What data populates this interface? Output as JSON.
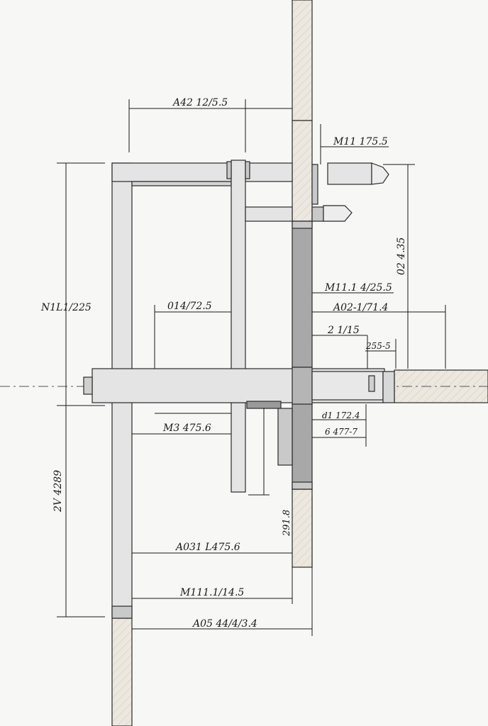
{
  "colors": {
    "background": "#f7f7f5",
    "ink": "#1a1a1a",
    "metal_light": "#e4e4e4",
    "metal_mid": "#c9c9c9",
    "metal_dark": "#a8a8a8",
    "wall": "#ece8e0"
  },
  "dimensions": {
    "top_width": "A42 12/5.5",
    "top_right_bolt": "M11 175.5",
    "left_upper_height": "N1L1/225",
    "inner_span": "014/72.5",
    "right_height": "02 4.35",
    "right_upper": "M11.1 4/25.5",
    "right_width": "A02-1/71.4",
    "right_small": "2 1/15",
    "right_box": "255-5",
    "lower_left": "M3 475.6",
    "lower_right_a": "d1 172.4",
    "lower_right_b": "6 477-7",
    "left_lower_height": "2V 4289",
    "wall_vertical": "291.8",
    "bottom_a": "A031 L475.6",
    "bottom_b": "M111.1/14.5",
    "bottom_c": "A05 44/4/3.4"
  }
}
